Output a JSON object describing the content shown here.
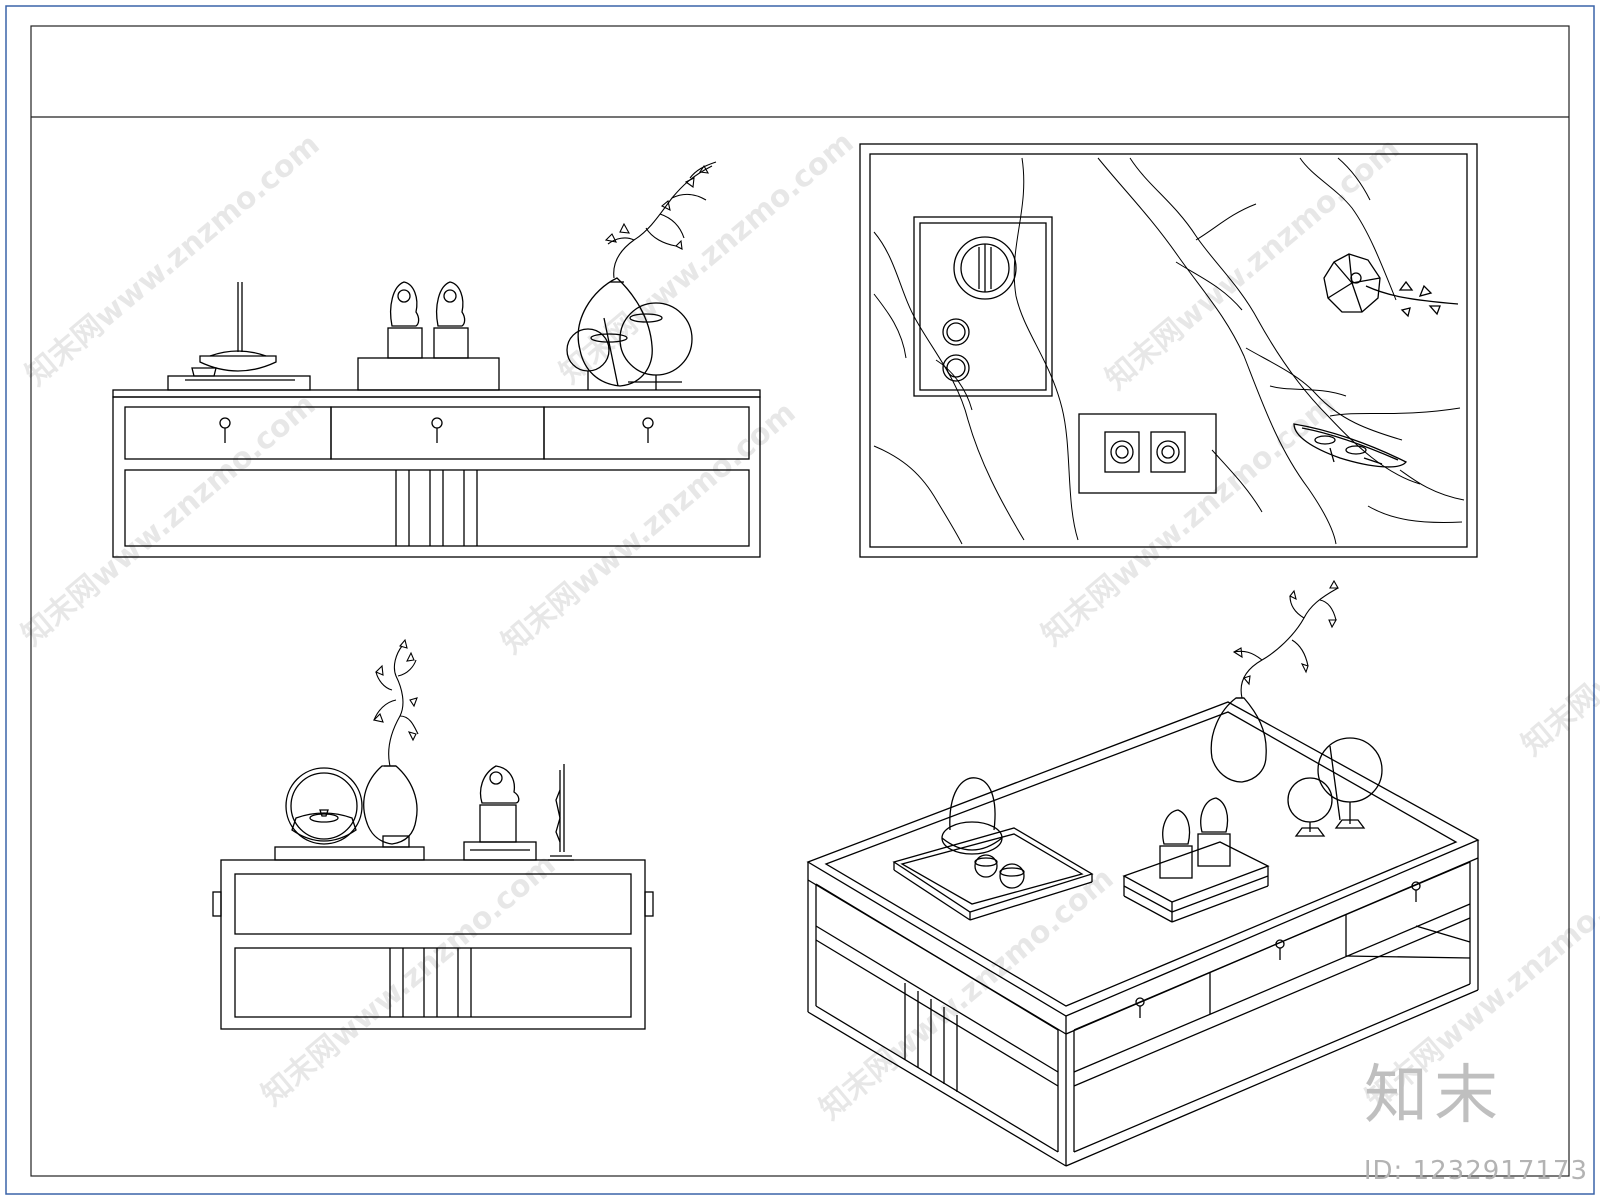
{
  "sheet": {
    "frame_color": "#3a63a8",
    "line_color": "#000000",
    "drawings": [
      {
        "id": "sideboard-front",
        "subject": "sideboard with three drawers"
      },
      {
        "id": "marble-panel-plan",
        "subject": "marble top plan view"
      },
      {
        "id": "cabinet-side",
        "subject": "cabinet side elevation"
      },
      {
        "id": "coffee-table-axonometric",
        "subject": "coffee table 3D view"
      }
    ]
  },
  "watermark": {
    "repeat_text": "知末网www.znzmo.com",
    "brand_text": "知末",
    "id_text": "ID: 1232917173"
  }
}
